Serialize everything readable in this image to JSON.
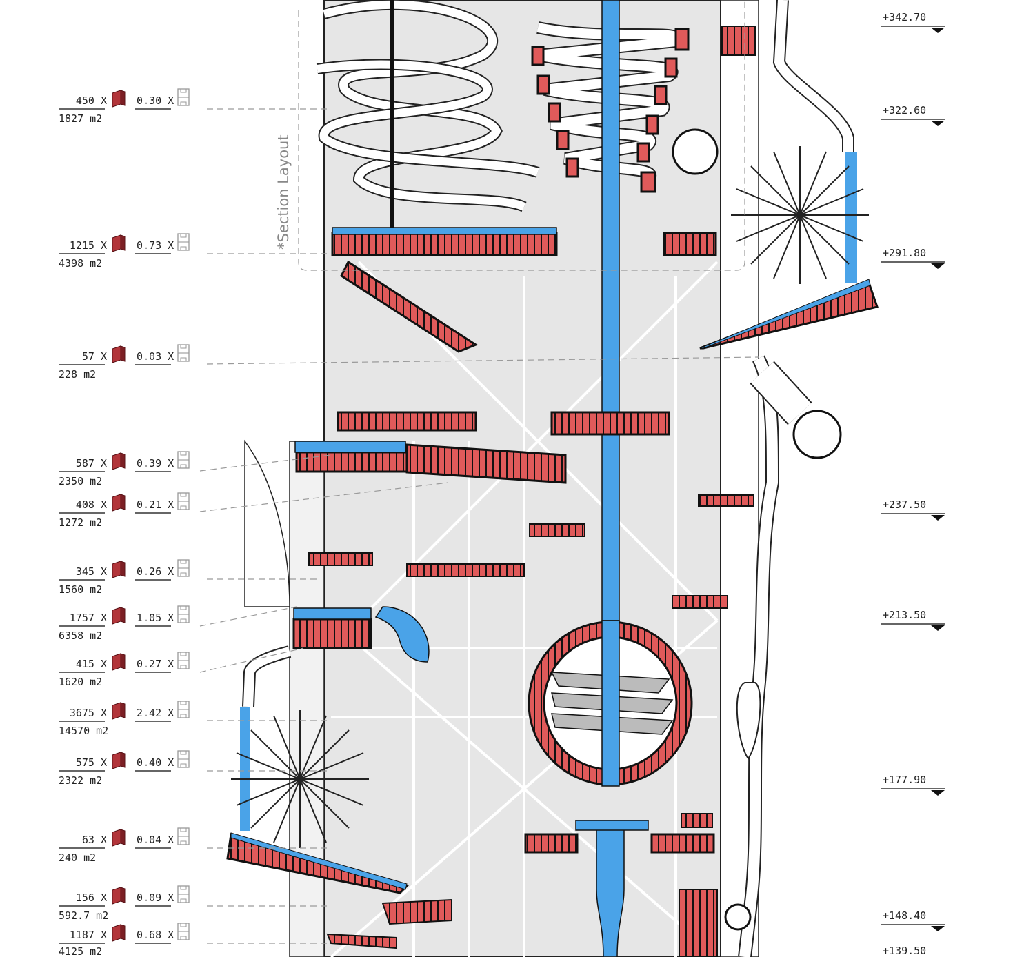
{
  "section_label": "*Section Layout",
  "levels": [
    "+342.70",
    "+322.60",
    "+291.80",
    "+237.50",
    "+213.50",
    "+177.90",
    "+148.40",
    "+139.50"
  ],
  "rows": [
    {
      "count": "450 X",
      "ratio": "0.30 X",
      "area": "1827 m2"
    },
    {
      "count": "1215 X",
      "ratio": "0.73 X",
      "area": "4398 m2"
    },
    {
      "count": "57 X",
      "ratio": "0.03 X",
      "area": "228 m2"
    },
    {
      "count": "587 X",
      "ratio": "0.39 X",
      "area": "2350 m2"
    },
    {
      "count": "408 X",
      "ratio": "0.21 X",
      "area": "1272 m2"
    },
    {
      "count": "345 X",
      "ratio": "0.26 X",
      "area": "1560 m2"
    },
    {
      "count": "1757 X",
      "ratio": "1.05 X",
      "area": "6358 m2"
    },
    {
      "count": "415 X",
      "ratio": "0.27 X",
      "area": "1620 m2"
    },
    {
      "count": "3675 X",
      "ratio": "2.42 X",
      "area": "14570 m2"
    },
    {
      "count": "575 X",
      "ratio": "0.40 X",
      "area": "2322 m2"
    },
    {
      "count": "63 X",
      "ratio": "0.04 X",
      "area": "240 m2"
    },
    {
      "count": "156 X",
      "ratio": "0.09 X",
      "area": "592.7 m2"
    },
    {
      "count": "1187 X",
      "ratio": "0.68 X",
      "area": "4125 m2"
    }
  ],
  "icons": {
    "unit": "brick-icon",
    "field": "pitch-icon"
  },
  "colors": {
    "structure": "#e05a5a",
    "water": "#4aa3e8",
    "fill": "#e6e6e6",
    "line": "#222222"
  }
}
